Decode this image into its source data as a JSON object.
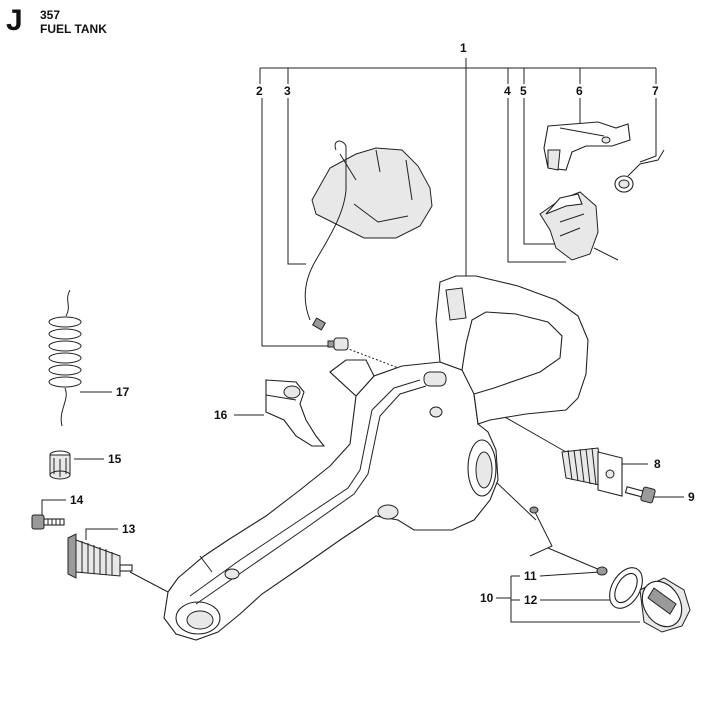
{
  "header": {
    "section_letter": "J",
    "model": "357",
    "title": "FUEL TANK"
  },
  "callouts": {
    "c1": "1",
    "c2": "2",
    "c3": "3",
    "c4": "4",
    "c5": "5",
    "c6": "6",
    "c7": "7",
    "c8": "8",
    "c9": "9",
    "c10": "10",
    "c11": "11",
    "c12": "12",
    "c13": "13",
    "c14": "14",
    "c15": "15",
    "c16": "16",
    "c17": "17"
  }
}
